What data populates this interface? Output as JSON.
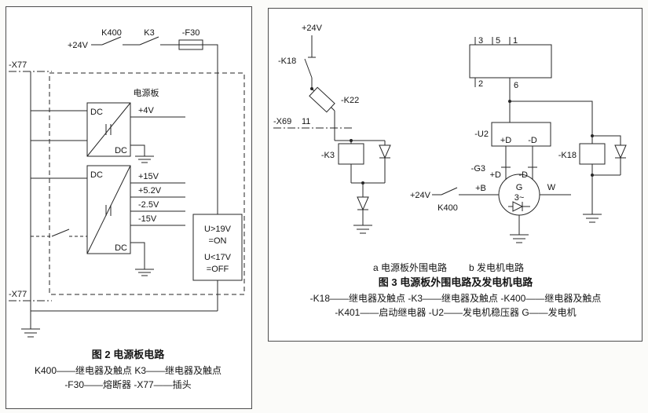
{
  "fig2": {
    "title_caption": "图 2   电源板电路",
    "legend_line1": "K400——继电器及触点   K3——继电器及触点",
    "legend_line2": "-F30——熔断器   -X77——插头",
    "labels": {
      "supply": "+24V",
      "k400": "K400",
      "k3": "K3",
      "f30": "-F30",
      "x77_top": "-X77",
      "x77_bottom": "-X77",
      "board": "电源板",
      "dc1_in": "DC",
      "dc1_out": "DC",
      "dc2_in": "DC",
      "dc2_out": "DC",
      "out_4v": "+4V",
      "out_15vp": "+15V",
      "out_5v2": "+5.2V",
      "out_2v5n": "-2.5V",
      "out_15vn": "-15V",
      "u_on_line1": "U>19V",
      "u_on_line2": "=ON",
      "u_off_line1": "U<17V",
      "u_off_line2": "=OFF"
    }
  },
  "fig3": {
    "caption_a": "a  电源板外围电路",
    "caption_b": "b  发电机电路",
    "title_caption": "图 3   电源板外围电路及发电机电路",
    "legend_line1": "-K18——继电器及触点   -K3——继电器及触点   -K400——继电器及触点",
    "legend_line2": "-K401——启动继电器   -U2——发电机稳压器   G——发电机",
    "labels": {
      "supply_a": "+24V",
      "k18_contact": "-K18",
      "k22_coil": "-K22",
      "x69": "-X69",
      "pin11": "11",
      "k3_coil": "-K3",
      "pin3": "3",
      "pin5": "5",
      "pin1": "1",
      "pin2": "2",
      "pin6": "6",
      "u2": "-U2",
      "u2_plus_d": "+D",
      "u2_minus_d": "-D",
      "g3": "-G3",
      "g3_plus_d": "+D",
      "g3_minus_d": "-D",
      "gen_letter": "G",
      "gen_phase": "3~",
      "w_terminal": "W",
      "supply_b": "+24V",
      "k400_contact": "K400",
      "b_terminal": "+B",
      "k18_coil": "-K18"
    }
  }
}
